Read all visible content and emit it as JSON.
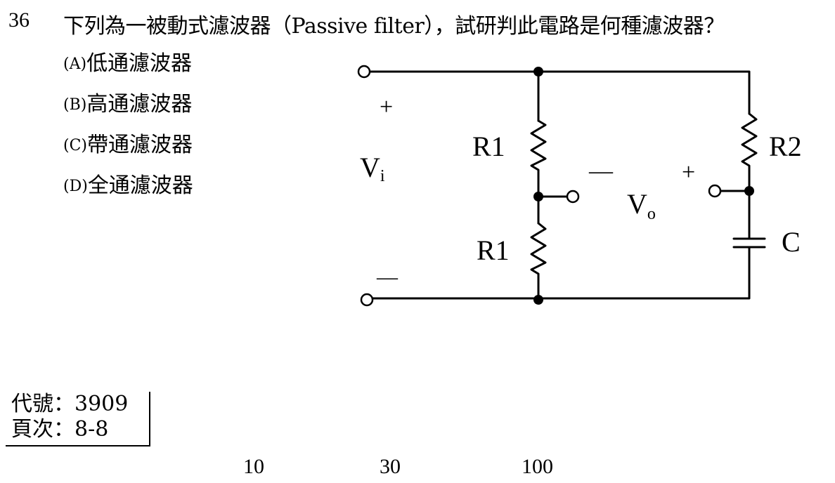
{
  "question": {
    "number": "36",
    "text": "下列為一被動式濾波器（Passive filter），試研判此電路是何種濾波器？"
  },
  "options": [
    {
      "marker": "(A)",
      "text": "低通濾波器"
    },
    {
      "marker": "(B)",
      "text": "高通濾波器"
    },
    {
      "marker": "(C)",
      "text": "帶通濾波器"
    },
    {
      "marker": "(D)",
      "text": "全通濾波器"
    }
  ],
  "circuit": {
    "input_plus": "+",
    "input_minus": "—",
    "vi_main": "V",
    "vi_sub": "i",
    "r1_top": "R1",
    "r1_bottom": "R1",
    "r2": "R2",
    "c": "C",
    "vo_minus": "—",
    "vo_plus": "+",
    "vo_main": "V",
    "vo_sub": "o"
  },
  "footer": {
    "code_line": "代號：3909",
    "page_line": "頁次：8-8"
  },
  "bottom_numbers": [
    "10",
    "30",
    "100"
  ]
}
